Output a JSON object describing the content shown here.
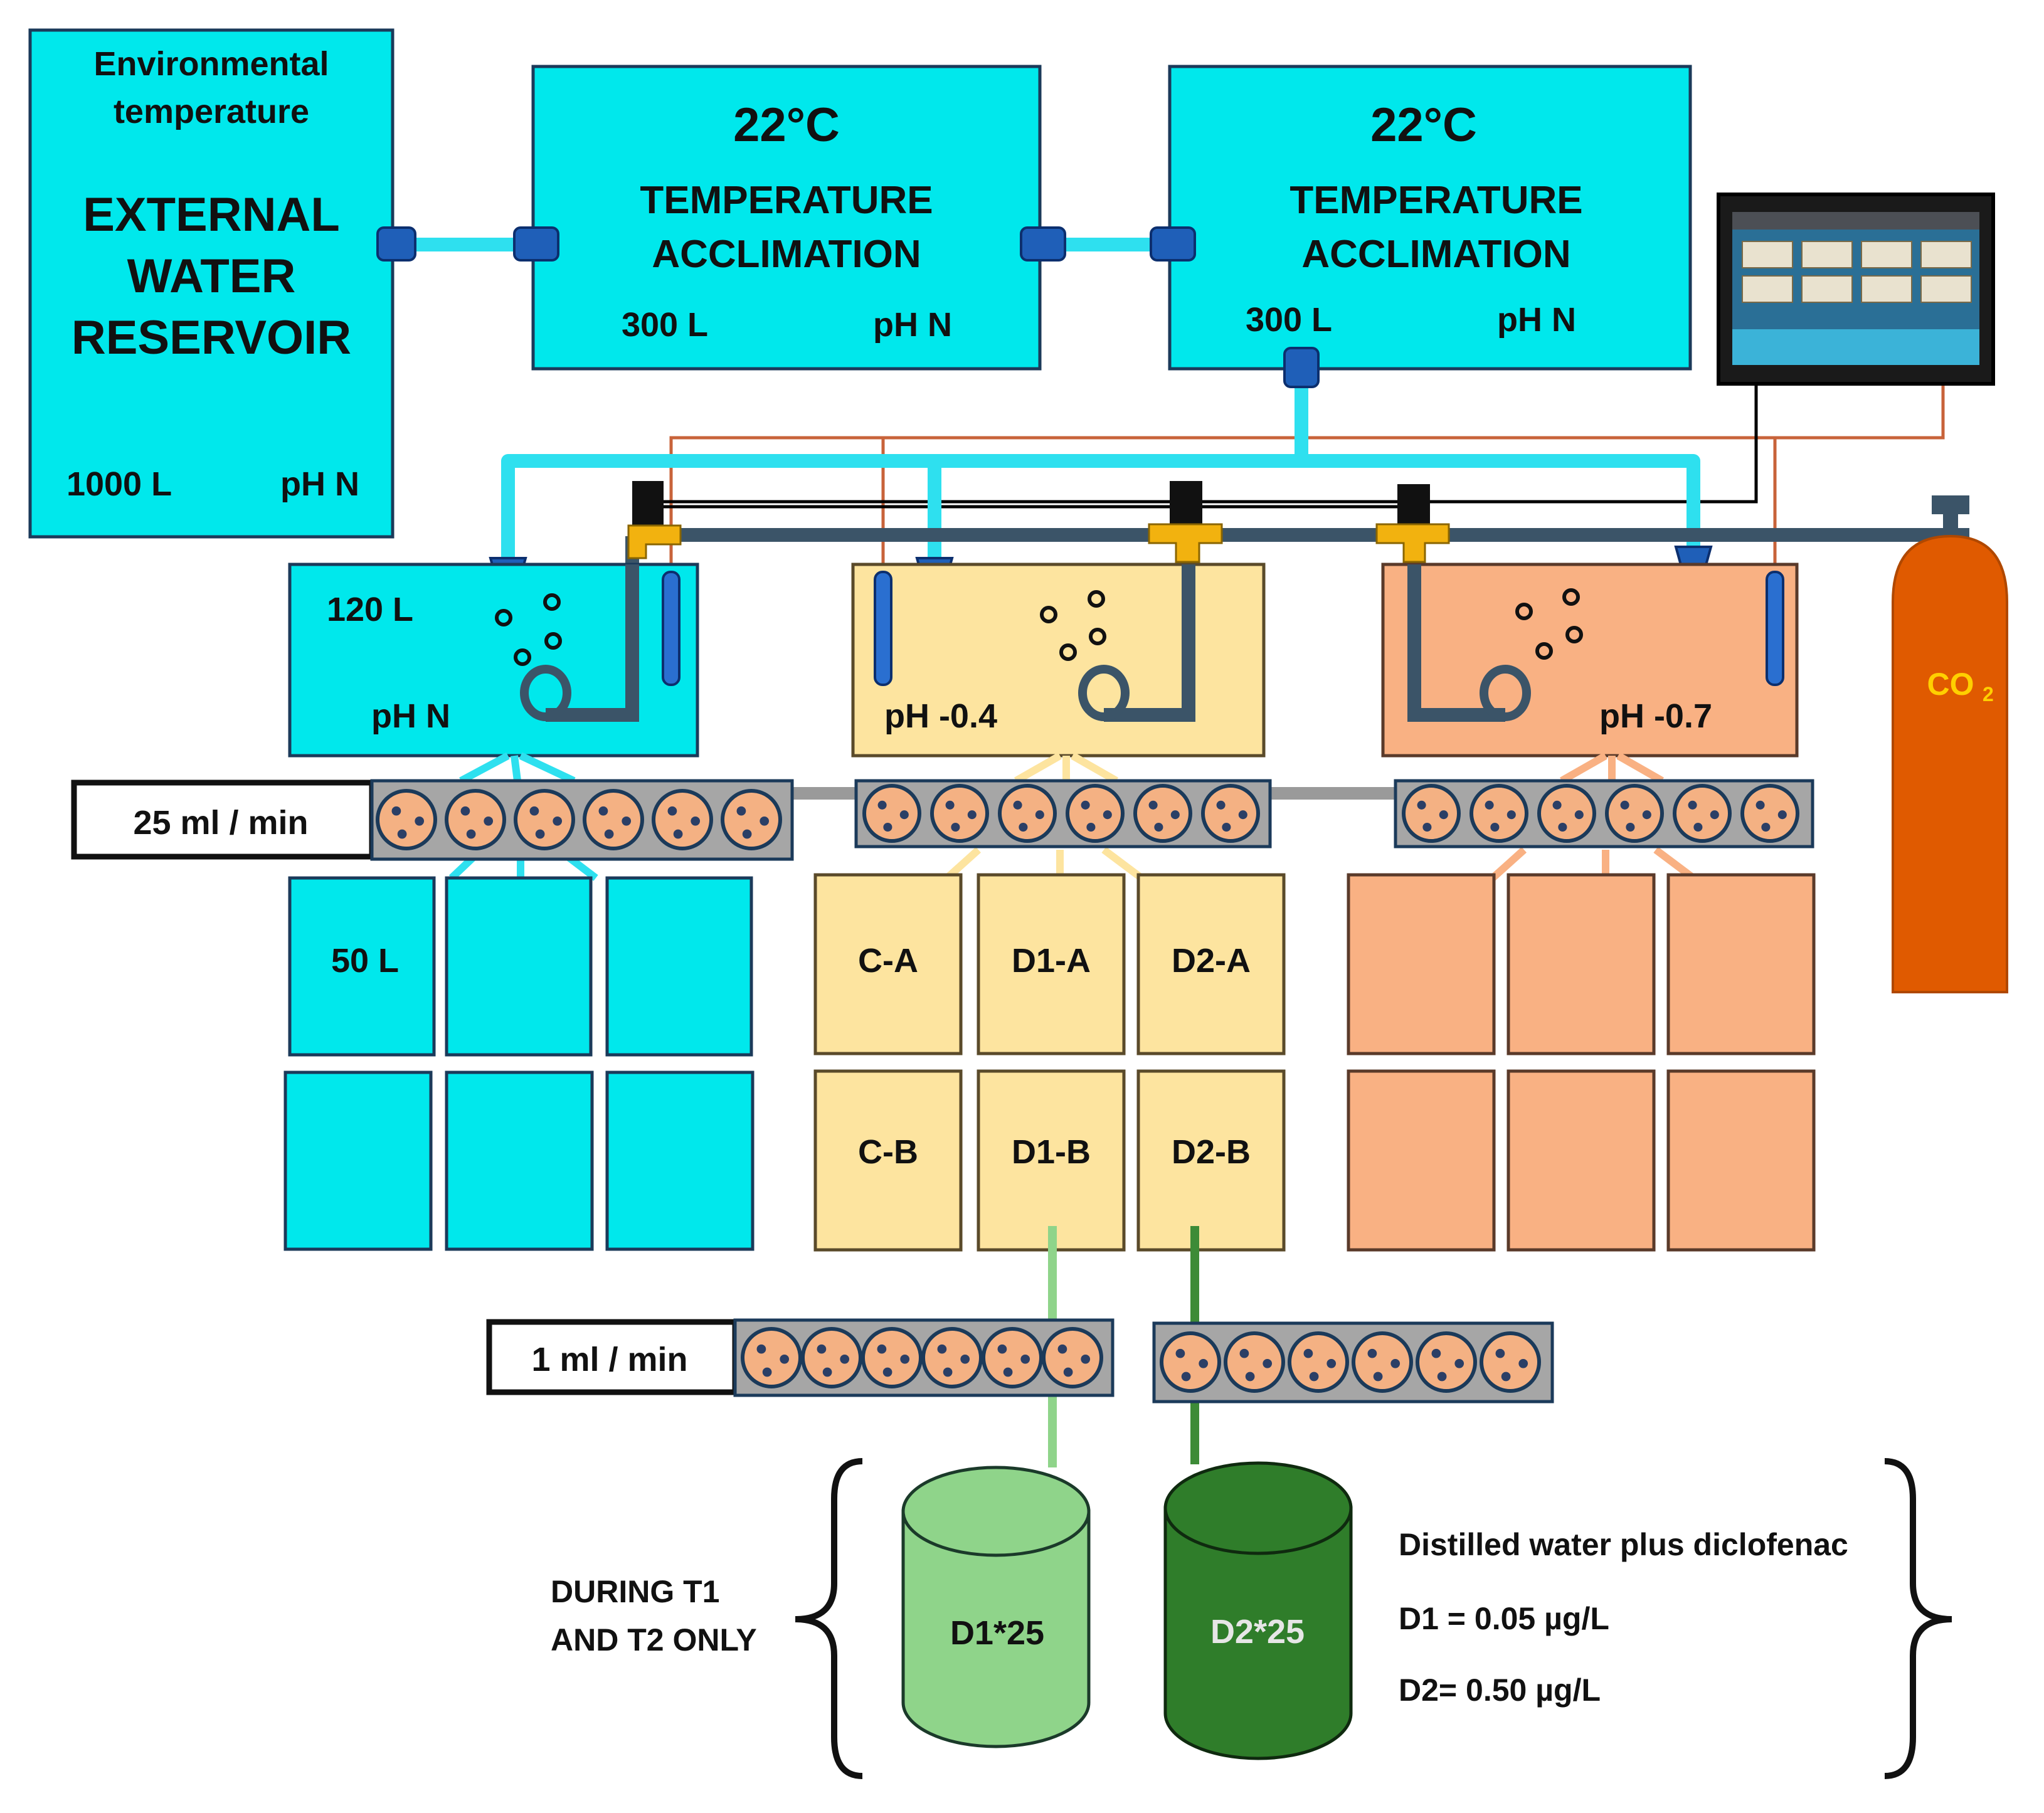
{
  "colors": {
    "tank_normal": "#00e8ec",
    "tank_ph04": "#fde49f",
    "tank_ph07": "#f9b183",
    "pipe_water": "#2ee0ef",
    "pipe_co2": "#3b5468",
    "wire_orange": "#c8633a",
    "wire_black": "#000000",
    "co2_cylinder": "#e05a00",
    "co2_text": "#ffd000",
    "pump_body": "#a6a6a6",
    "pump_rotor": "#f4b183",
    "drum_d1": "#8fd48a",
    "drum_d2": "#2f7d2a",
    "pipe_d1": "#8fd48a",
    "pipe_d2": "#3d8b37"
  },
  "reservoir": {
    "env_line1": "Environmental",
    "env_line2": "temperature",
    "title_line1": "EXTERNAL",
    "title_line2": "WATER",
    "title_line3": "RESERVOIR",
    "volume": "1000 L",
    "ph": "pH N"
  },
  "acclimation_tanks": [
    {
      "temp": "22°C",
      "line1": "TEMPERATURE",
      "line2": "ACCLIMATION",
      "volume": "300 L",
      "ph": "pH N"
    },
    {
      "temp": "22°C",
      "line1": "TEMPERATURE",
      "line2": "ACCLIMATION",
      "volume": "300 L",
      "ph": "pH N"
    }
  ],
  "header_tanks": [
    {
      "volume": "120 L",
      "ph": "pH N"
    },
    {
      "ph": "pH -0.4"
    },
    {
      "ph": "pH -0.7"
    }
  ],
  "co2": {
    "label": "CO",
    "sub": "2"
  },
  "pump_rate_main": "25 ml / min",
  "pump_rate_dosing": "1 ml / min",
  "aquaria_normal": {
    "volume": "50 L"
  },
  "aquaria_ph04": [
    "C-A",
    "D1-A",
    "D2-A",
    "C-B",
    "D1-B",
    "D2-B"
  ],
  "drums": [
    "D1*25",
    "D2*25"
  ],
  "during_line1": "DURING T1",
  "during_line2": "AND T2 ONLY",
  "legend": {
    "line1": "Distilled water plus diclofenac",
    "line2": "D1 = 0.05 µg/L",
    "line3": "D2= 0.50 µg/L"
  }
}
